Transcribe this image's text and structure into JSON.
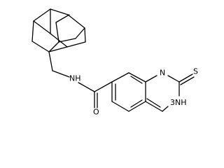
{
  "diagram": {
    "type": "chemical-structure",
    "labels": {
      "amide_n": "NH",
      "carbonyl_o": "O",
      "ring_n_upper": "N",
      "thione_s": "S",
      "ring_nh": "NH",
      "ring_nh_h": "3"
    },
    "colors": {
      "bond": "#000000",
      "label": "#000000",
      "background": "#ffffff"
    }
  }
}
